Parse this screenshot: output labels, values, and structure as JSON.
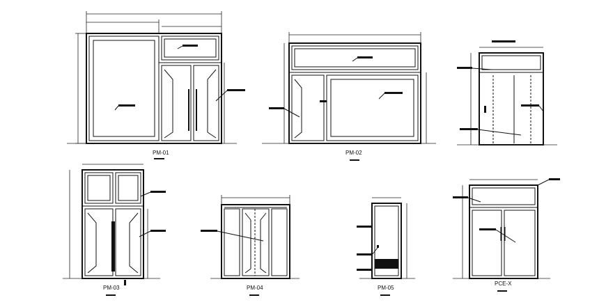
{
  "drawing": {
    "title": "",
    "elevations": [
      {
        "id": "pm01",
        "label": "PM-01"
      },
      {
        "id": "pm02",
        "label": "PM-02"
      },
      {
        "id": "pm03",
        "label": "PM-03"
      },
      {
        "id": "pm04",
        "label": "PM-04"
      },
      {
        "id": "pm05",
        "label": "PM-05"
      },
      {
        "id": "pce",
        "label": "PCE-X"
      }
    ],
    "colors": {
      "line": "#111111",
      "background": "#ffffff"
    }
  }
}
